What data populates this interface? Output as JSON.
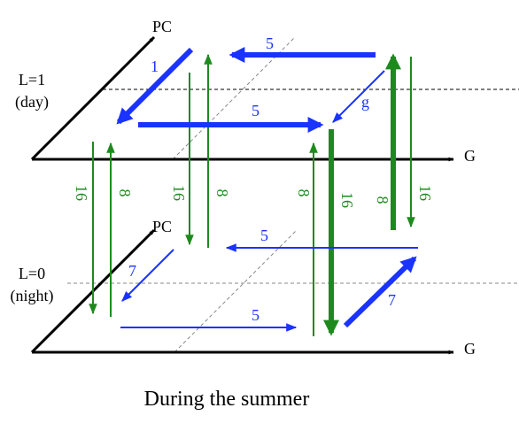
{
  "colors": {
    "blue": "#1a33ff",
    "green": "#1e8a1e",
    "black": "#000000",
    "grid": "#888888"
  },
  "layers": {
    "day": {
      "state_line1": "L=1",
      "state_line2": "(day)",
      "axis_pc": "PC",
      "axis_g": "G"
    },
    "night": {
      "state_line1": "L=0",
      "state_line2": "(night)",
      "axis_pc": "PC",
      "axis_g": "G"
    }
  },
  "transitions": {
    "day_back_left": "5",
    "day_diag_left": "1",
    "day_front": "5",
    "day_diag_right": "g",
    "night_back_left": "5",
    "night_diag_left": "7",
    "night_front": "5",
    "night_diag_right": "7",
    "vert_1_down": "16",
    "vert_1_up": "8",
    "vert_2_down": "16",
    "vert_2_up": "8",
    "vert_3_up": "8",
    "vert_3_down": "16",
    "vert_4_up": "8",
    "vert_4_down": "16"
  },
  "caption": "During the summer"
}
